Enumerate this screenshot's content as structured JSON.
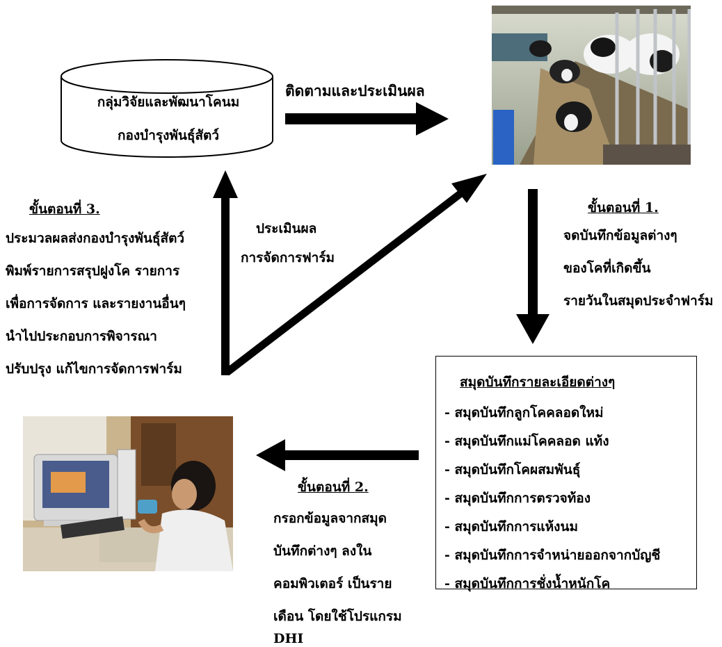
{
  "database": {
    "line1": "กลุ่มวิจัยและพัฒนาโคนม",
    "line2": "กองบำรุงพันธุ์สัตว์"
  },
  "top_arrow_label": "ติดตามและประเมินผล",
  "step1": {
    "title": "ขั้นตอนที่  1.",
    "lines": [
      "จดบันทึกข้อมูลต่างๆ",
      "ของโคที่เกิดขึ้น",
      "รายวันในสมุดประจำฟาร์ม"
    ]
  },
  "records": {
    "title": "สมุดบันทึกรายละเอียดต่างๆ",
    "items": [
      "-  สมุดบันทึกลูกโคคลอดใหม่",
      "-  สมุดบันทึกแม่โคคลอด  แท้ง",
      "-  สมุดบันทึกโคผสมพันธุ์",
      "-  สมุดบันทึกการตรวจท้อง",
      "-  สมุดบันทึกการแห้งนม",
      "-  สมุดบันทึกการจำหน่ายออกจากบัญชี",
      "-  สมุดบันทึกการชั่งน้ำหนักโค"
    ]
  },
  "step2": {
    "title": "ขั้นตอนที่ 2.",
    "lines": [
      "กรอกข้อมูลจากสมุด",
      "บันทึกต่างๆ ลงใน",
      "คอมพิวเตอร์ เป็นราย",
      "เดือน  โดยใช้โปรแกรม",
      "DHI"
    ]
  },
  "step3": {
    "title": "ขั้นตอนที่ 3.",
    "lines": [
      "ประมวลผลส่งกองบำรุงพันธุ์สัตว์",
      "พิมพ์รายการสรุปฝูงโค รายการ",
      "เพื่อการจัดการ และรายงานอื่นๆ",
      "นำไปประกอบการพิจารณา",
      "ปรับปรุง  แก้ไขการจัดการฟาร์ม"
    ]
  },
  "diag_label": {
    "line1": "ประเมินผล",
    "line2": "การจัดการฟาร์ม"
  },
  "colors": {
    "ink": "#000000",
    "background": "#ffffff"
  }
}
